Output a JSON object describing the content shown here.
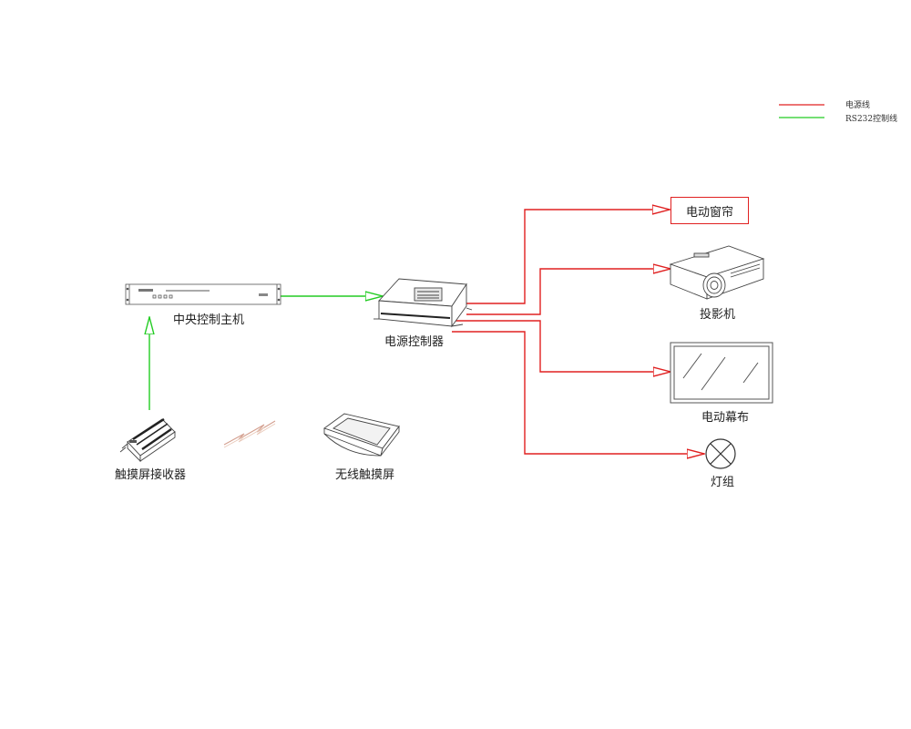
{
  "legend": {
    "power_line": {
      "label": "电源线",
      "color": "#e02020"
    },
    "control_line": {
      "label": "RS232控制线",
      "color": "#22cc22"
    }
  },
  "nodes": {
    "central_host": {
      "label": "中央控制主机",
      "icon": "rack-unit-icon"
    },
    "power_controller": {
      "label": "电源控制器",
      "icon": "controller-box-icon"
    },
    "touch_receiver": {
      "label": "触摸屏接收器",
      "icon": "receiver-box-icon"
    },
    "wireless_touch": {
      "label": "无线触摸屏",
      "icon": "touch-panel-icon"
    },
    "curtain": {
      "label": "电动窗帘"
    },
    "projector": {
      "label": "投影机",
      "icon": "projector-icon"
    },
    "screen": {
      "label": "电动幕布",
      "icon": "screen-icon"
    },
    "lights": {
      "label": "灯组",
      "icon": "lamp-icon"
    }
  },
  "connections": [
    {
      "from": "touch_receiver",
      "to": "central_host",
      "type": "control"
    },
    {
      "from": "central_host",
      "to": "power_controller",
      "type": "control"
    },
    {
      "from": "power_controller",
      "to": "curtain",
      "type": "power"
    },
    {
      "from": "power_controller",
      "to": "projector",
      "type": "power"
    },
    {
      "from": "power_controller",
      "to": "screen",
      "type": "power"
    },
    {
      "from": "power_controller",
      "to": "lights",
      "type": "power"
    },
    {
      "from": "wireless_touch",
      "to": "touch_receiver",
      "type": "wireless"
    }
  ]
}
